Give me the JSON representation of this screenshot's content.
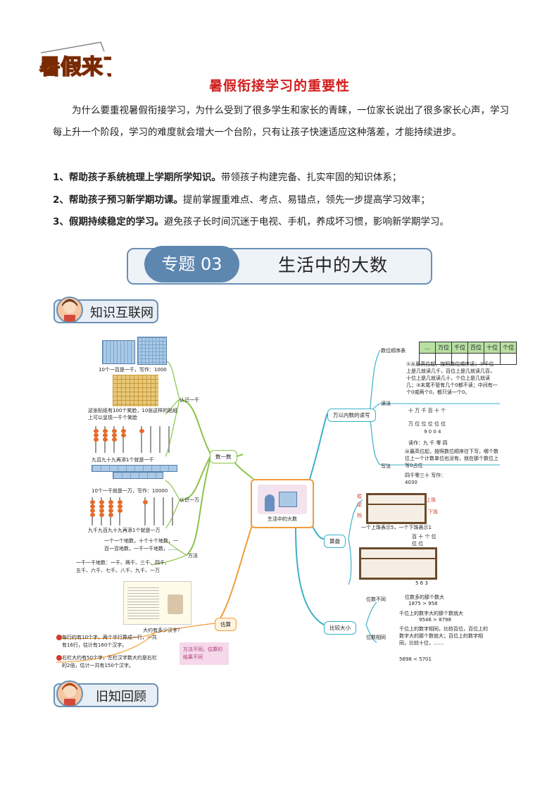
{
  "header": {
    "logo_text": "暑假来了",
    "title": "暑假衔接学习的重要性",
    "intro": "为什么要重视暑假衔接学习，为什么受到了很多学生和家长的青睐，一位家长说出了很多家长心声，学习每上升一个阶段，学习的难度就会增大一个台阶，只有让孩子快速适应这种落差，才能持续进步。",
    "points": [
      {
        "bold": "1、帮助孩子系统梳理上学期所学知识。",
        "rest": "带领孩子构建完备、扎实牢固的知识体系；"
      },
      {
        "bold": "2、帮助孩子预习新学期功课。",
        "rest": "提前掌握重难点、考点、易错点，领先一步提高学习效率；"
      },
      {
        "bold": "3、假期持续稳定的学习。",
        "rest": "避免孩子长时间沉迷于电视、手机，养成坏习惯，影响新学期学习。"
      }
    ]
  },
  "banner": {
    "tag": "专题 03",
    "title": "生活中的大数"
  },
  "sections": {
    "network": "知识互联网",
    "review": "旧知回顾"
  },
  "mindmap": {
    "center": "生活中的大数",
    "left": {
      "count": "数一数",
      "know_thousand": "认识一千",
      "know_tenthousand": "认识一万",
      "method": "方法",
      "estimate": "估算",
      "cap_1000": "10个一百是一千，写作：1000",
      "cap_grid": "这张贴纸有100个笑脸，10张这样的贴纸上可以呈现一千个笑脸",
      "cap_abacus1": "九百九十九再添1个就是一千",
      "cap_10000": "10个一千就是一万，写作：10000",
      "cap_abacus2": "九千九百九十九再添1个就是一万",
      "method_text": "一个一个地数，十个十个地数，一百一百地数，一千一千地数，……",
      "thousands": "一千一千地数：一千、两千、三千、四千、五千、六千、七千、八千、九千、一万",
      "estimate_q": "大约有多少汉字？",
      "estimate_1": "每行约有10个字，两个半行算成一行，一共有16行，估计有160个汉字。",
      "estimate_2": "右栏大约有50个字，左栏汉字数大约是右栏的2倍，估计一共有150个汉字。",
      "estimate_note": "方法不同，估算的结果不同"
    },
    "right": {
      "readwrite": "万以内数的读写",
      "order_table": "数位顺序表",
      "order_cols": [
        "…",
        "万位",
        "千位",
        "百位",
        "十位",
        "个位"
      ],
      "read": "读法",
      "read_rules": "①从最高位起，按照数位顺序读；②千位上是几就读几千，百位上是几就读几百，十位上是几就读几十，个位上是几就读几；③末尾不管有几个0都不读；中间有一个0或两个0，都只读一个0。",
      "place_head": "十 万 千 百 十 个",
      "place_head2": "万 位 位 位 位 位",
      "place_digits": "9 0 0 4",
      "read_example": "读作：九 千 零 四",
      "write": "写法",
      "write_rule": "从最高位起，按照数位顺序往下写，哪个数位上一个计数单位也没有，就在那个数位上写0占位",
      "write_example": "四千零三十 写作：4030",
      "abacus": "算盘",
      "abacus_labels": [
        "框",
        "梁",
        "档",
        "上珠",
        "下珠"
      ],
      "abacus_rule": "一个上珠表示5，一个下珠表示1",
      "abacus_places": "百 十 个 位 位 位",
      "abacus_digits": "5 6 3",
      "compare": "比较大小",
      "diff_digits": "位数不同",
      "diff_text": "位数多的那个数大",
      "diff_example": "1875 > 958",
      "same_digits": "位数相同",
      "same_text1": "千位上的数字大的那个数就大",
      "same_example1": "9546 > 8798",
      "same_text2": "千位上的数字相同，比较百位，百位上的数字大的那个数就大；百位上的数字相同，比较十位，……",
      "same_example2": "5698 < 5701"
    }
  }
}
